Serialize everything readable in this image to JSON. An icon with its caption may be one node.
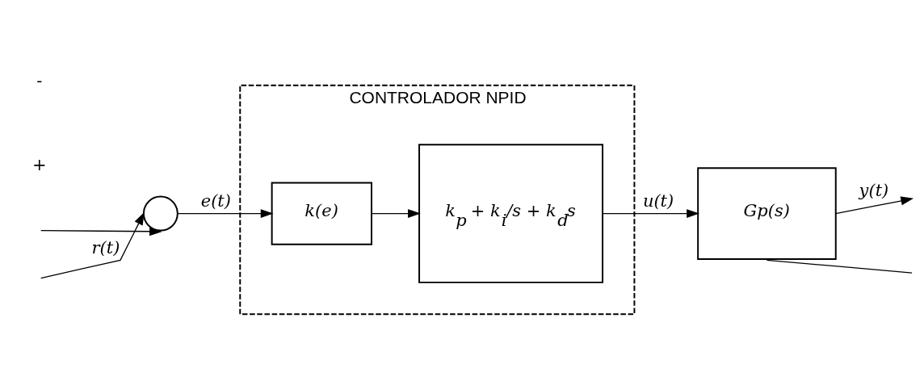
{
  "diagram": {
    "nodes": [
      {
        "text": [
          "CONTROLADOR NPID"
        ]
      },
      {
        "text": [
          "k(e)"
        ],
        "in": 0
      },
      {
        "text": [
          "k$_{p}$ + k$_{i}$/s + k$_{d}$s"
        ],
        "in": 0
      },
      {
        "text": [],
        "shape": "circle"
      },
      {
        "text": [
          "Gp(s)"
        ]
      }
    ],
    "edges": [
      {
        "from": null,
        "to": 3,
        "arrow": "to"
      },
      {
        "from": null,
        "to": 3,
        "arrow": "to",
        "label": "r(t)"
      },
      {
        "from": 3,
        "to": 1,
        "arrow": "to",
        "label": "e(t)"
      },
      {
        "from": 1,
        "to": 2,
        "arrow": "to"
      },
      {
        "from": 2,
        "to": 4,
        "arrow": "to",
        "label": "u(t)"
      },
      {
        "from": 4,
        "to": null,
        "arrow": "none"
      },
      {
        "from": 4,
        "to": null,
        "arrow": "to",
        "label": "y(t)"
      }
    ],
    "labels": [
      "+",
      "-"
    ]
  }
}
